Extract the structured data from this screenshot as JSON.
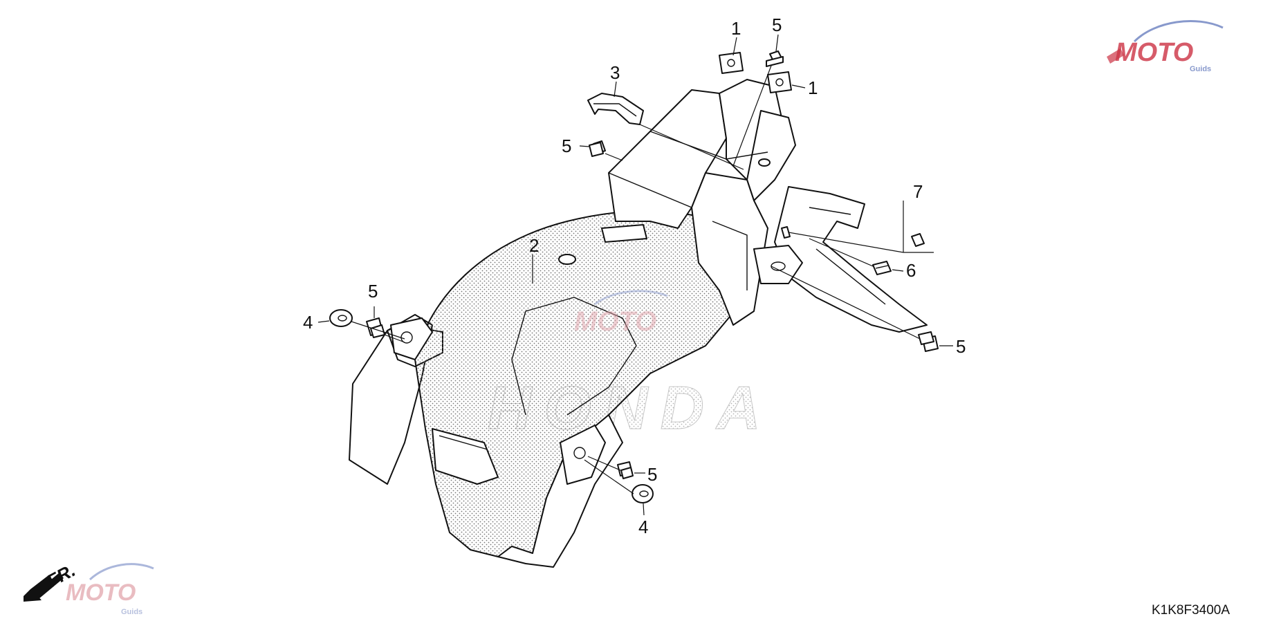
{
  "diagram": {
    "part_code": "K1K8F3400A",
    "direction_label": "FR.",
    "callouts": [
      "1",
      "1",
      "2",
      "3",
      "4",
      "4",
      "5",
      "5",
      "5",
      "5",
      "5",
      "6",
      "7"
    ]
  },
  "watermark": {
    "brand": "MOTO",
    "sub": "Guids",
    "maker": "HONDA",
    "color_primary": "#cc3344",
    "color_secondary": "#8899cc"
  }
}
